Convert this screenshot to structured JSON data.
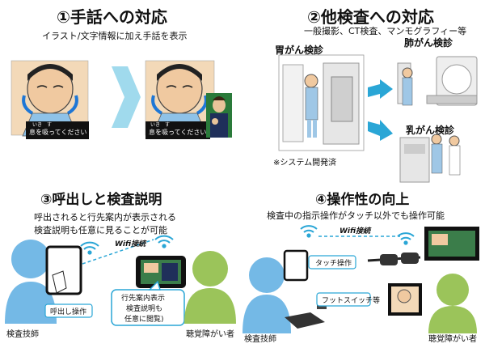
{
  "q1": {
    "title": "①手話への対応",
    "subtitle": "イラスト/文字情報に加え手話を表示",
    "caption_left_ruby": "いき　す",
    "caption_left": "息を吸ってください",
    "caption_right_ruby": "いき　す",
    "caption_right": "息を吸ってください"
  },
  "q2": {
    "title": "②他検査への対応",
    "subtitle": "一般撮影、CT検査、マンモグラフィー等",
    "label_stomach": "胃がん検診",
    "label_lung": "肺がん検診",
    "label_breast": "乳がん検診",
    "note": "※システム開発済"
  },
  "q3": {
    "title": "③呼出しと検査説明",
    "line1": "呼出されると行先案内が表示される",
    "line2": "検査説明も任意に見ることが可能",
    "wifi": "Wifi接続",
    "call_op": "呼出し操作",
    "bubble_l1": "行先案内表示",
    "bubble_l2": "検査説明も",
    "bubble_l3": "任意に閲覧)",
    "tech": "検査技師",
    "patient": "聴覚障がい者"
  },
  "q4": {
    "title": "④操作性の向上",
    "line1": "検査中の指示操作がタッチ以外でも操作可能",
    "wifi": "Wifi接続",
    "touch": "タッチ操作",
    "foot": "フットスイッチ等",
    "tech": "検査技師",
    "patient": "聴覚障がい者"
  },
  "colors": {
    "arrow": "#2aa6d6",
    "arrow_light": "#8fd3ea",
    "person": "#74b9e6",
    "person_dark": "#2f8fd0",
    "patient": "#9bc45a",
    "patient_dark": "#6f9a36"
  }
}
